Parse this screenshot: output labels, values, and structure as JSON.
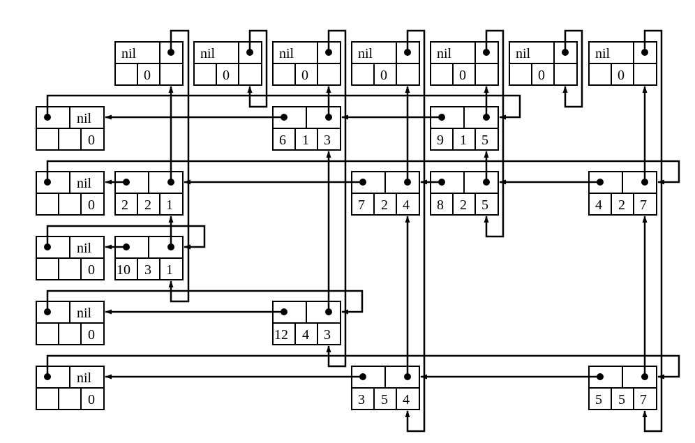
{
  "nil_label": "nil",
  "headers": {
    "columns": [
      {
        "value": "0"
      },
      {
        "value": "0"
      },
      {
        "value": "0"
      },
      {
        "value": "0"
      },
      {
        "value": "0"
      },
      {
        "value": "0"
      },
      {
        "value": "0"
      }
    ],
    "rows": [
      {
        "value": "0"
      },
      {
        "value": "0"
      },
      {
        "value": "0"
      },
      {
        "value": "0"
      },
      {
        "value": "0"
      }
    ]
  },
  "nodes": [
    {
      "row": "6",
      "col": "1",
      "value": "3"
    },
    {
      "row": "9",
      "col": "1",
      "value": "5"
    },
    {
      "row": "2",
      "col": "2",
      "value": "1"
    },
    {
      "row": "7",
      "col": "2",
      "value": "4"
    },
    {
      "row": "8",
      "col": "2",
      "value": "5"
    },
    {
      "row": "4",
      "col": "2",
      "value": "7"
    },
    {
      "row": "10",
      "col": "3",
      "value": "1"
    },
    {
      "row": "12",
      "col": "4",
      "value": "3"
    },
    {
      "row": "3",
      "col": "5",
      "value": "4"
    },
    {
      "row": "5",
      "col": "5",
      "value": "7"
    }
  ]
}
